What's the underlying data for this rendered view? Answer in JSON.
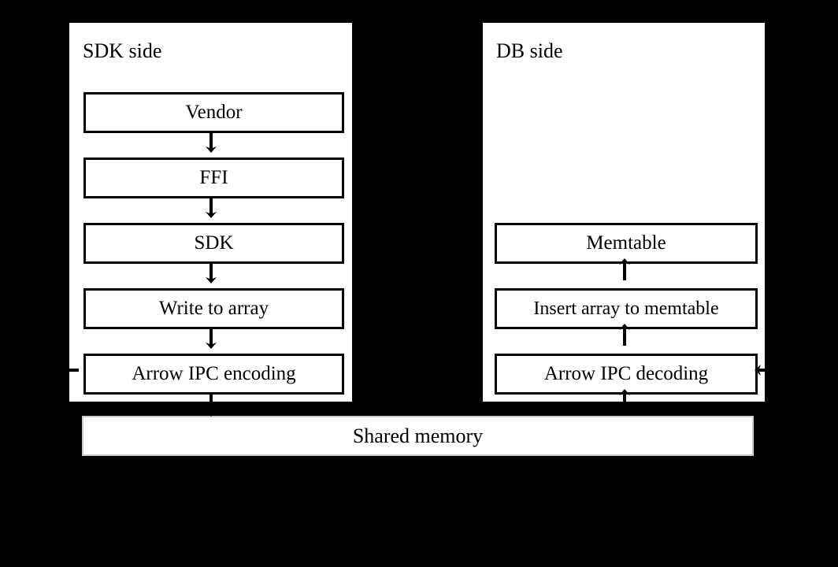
{
  "diagram": {
    "title_sdk": "SDK side",
    "title_db": "DB side",
    "background_color": "#000000",
    "panel_color": "#ffffff",
    "box_border_color": "#000000"
  },
  "sdk_side": {
    "label": "SDK side",
    "boxes": [
      {
        "label": "Vendor"
      },
      {
        "label": "FFI"
      },
      {
        "label": "SDK"
      },
      {
        "label": "Write to array"
      },
      {
        "label": "Arrow IPC encoding"
      }
    ],
    "flow_direction": "downward"
  },
  "db_side": {
    "label": "DB side",
    "boxes": [
      {
        "label": "Memtable"
      },
      {
        "label": "Insert array to memtable"
      },
      {
        "label": "Arrow IPC decoding"
      }
    ],
    "flow_direction": "upward"
  },
  "shared": {
    "label": "Shared memory"
  }
}
